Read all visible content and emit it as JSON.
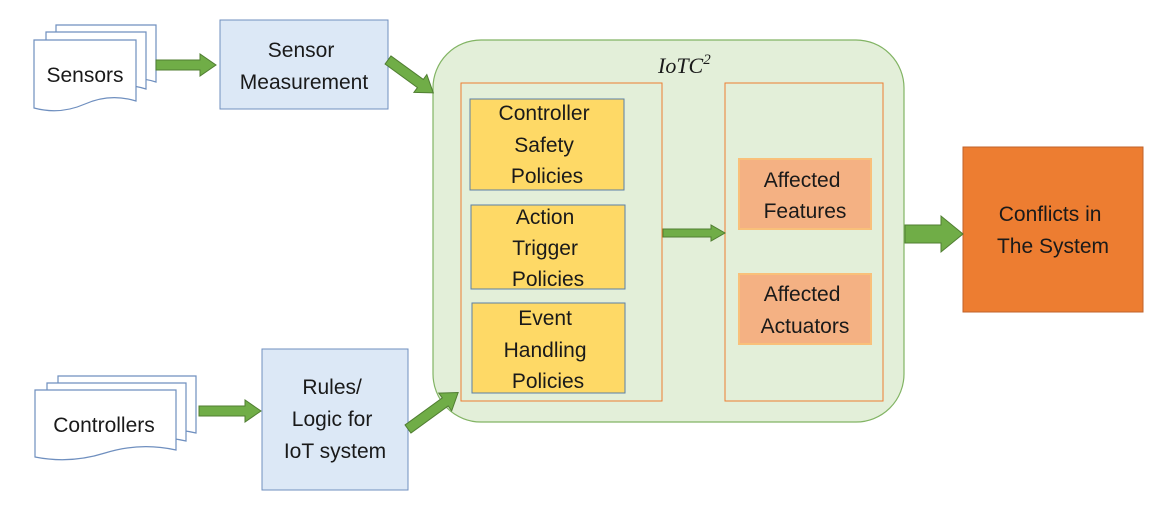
{
  "colors": {
    "doc_fill": "#ffffff",
    "doc_stroke": "#6f8fbf",
    "blue_box_fill": "#dce8f6",
    "blue_box_stroke": "#6f8fbf",
    "container_fill": "#e3efd9",
    "container_stroke": "#82b464",
    "sub_panel_stroke": "#ed7d31",
    "policy_fill": "#fed966",
    "policy_stroke": "#5b7fa6",
    "affected_fill": "#f4b183",
    "affected_stroke": "#f9c07a",
    "conflict_fill": "#ed7d31",
    "conflict_stroke": "#c0622a",
    "arrow_fill": "#70ad47",
    "arrow_stroke": "#507e32"
  },
  "inputs": {
    "sensors": "Sensors",
    "controllers": "Controllers"
  },
  "sensor_measurement": [
    "Sensor",
    "Measurement"
  ],
  "rules_logic": [
    "Rules/",
    "Logic for",
    "IoT system"
  ],
  "container": {
    "title_base": "IoTC",
    "title_superscript": "2"
  },
  "policies": [
    [
      "Controller",
      "Safety",
      "Policies"
    ],
    [
      "Action",
      "Trigger",
      "Policies"
    ],
    [
      "Event",
      "Handling",
      "Policies"
    ]
  ],
  "affected": [
    [
      "Affected",
      "Features"
    ],
    [
      "Affected",
      "Actuators"
    ]
  ],
  "output": [
    "Conflicts in",
    "The System"
  ],
  "icons": {
    "document_stack": "multi-document-icon",
    "arrow": "block-arrow-right-icon"
  }
}
